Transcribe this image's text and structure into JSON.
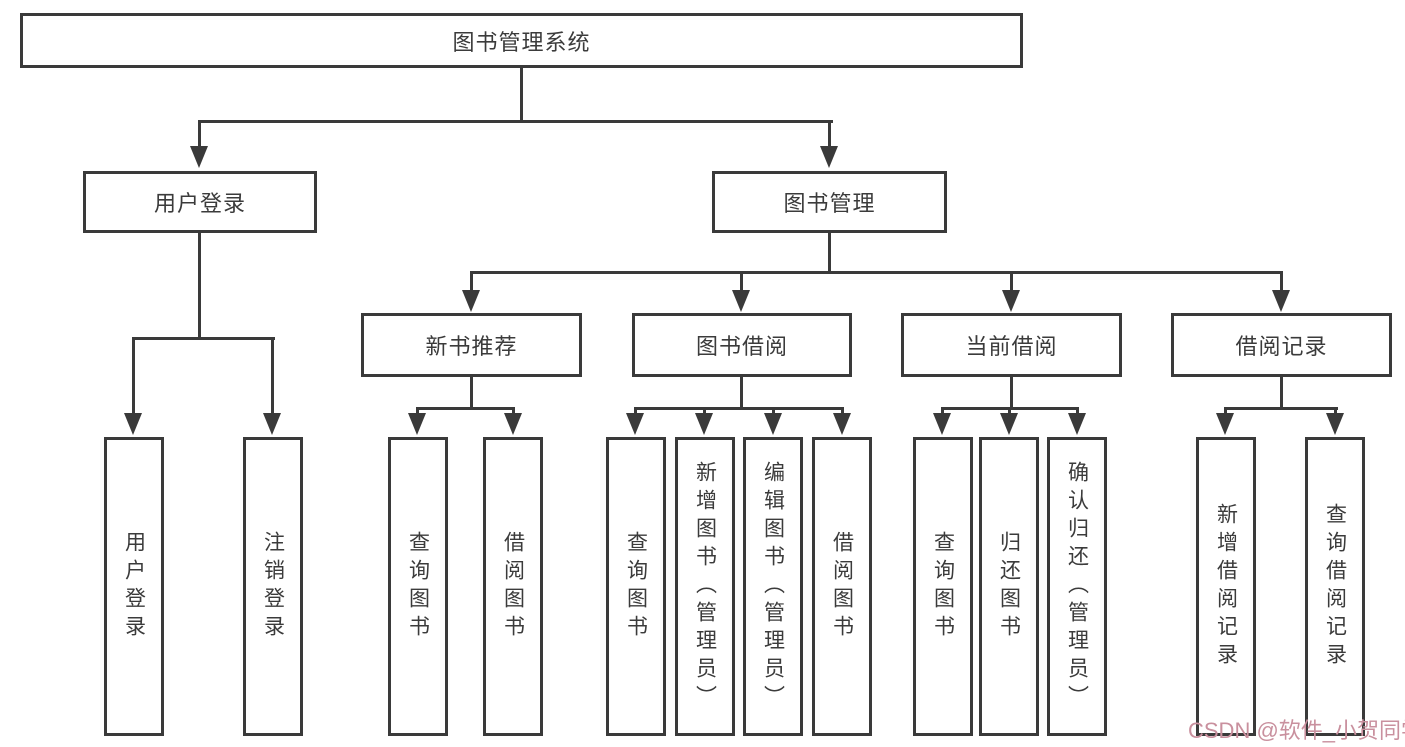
{
  "tree": {
    "root": {
      "label": "图书管理系统"
    },
    "branches": [
      {
        "label": "用户登录",
        "children": [
          {
            "label": "用户登录"
          },
          {
            "label": "注销登录"
          }
        ]
      },
      {
        "label": "图书管理",
        "children": [
          {
            "label": "新书推荐",
            "children": [
              {
                "label": "查询图书"
              },
              {
                "label": "借阅图书"
              }
            ]
          },
          {
            "label": "图书借阅",
            "children": [
              {
                "label": "查询图书"
              },
              {
                "label": "新增图书（管理员）"
              },
              {
                "label": "编辑图书（管理员）"
              },
              {
                "label": "借阅图书"
              }
            ]
          },
          {
            "label": "当前借阅",
            "children": [
              {
                "label": "查询图书"
              },
              {
                "label": "归还图书"
              },
              {
                "label": "确认归还（管理员）"
              }
            ]
          },
          {
            "label": "借阅记录",
            "children": [
              {
                "label": "新增借阅记录"
              },
              {
                "label": "查询借阅记录"
              }
            ]
          }
        ]
      }
    ]
  },
  "watermark": {
    "text": "CSDN @软件_小贺同学"
  },
  "colors": {
    "line": "#3a3a3a",
    "text": "#3b3b3b",
    "watermark": "#c9909e"
  }
}
